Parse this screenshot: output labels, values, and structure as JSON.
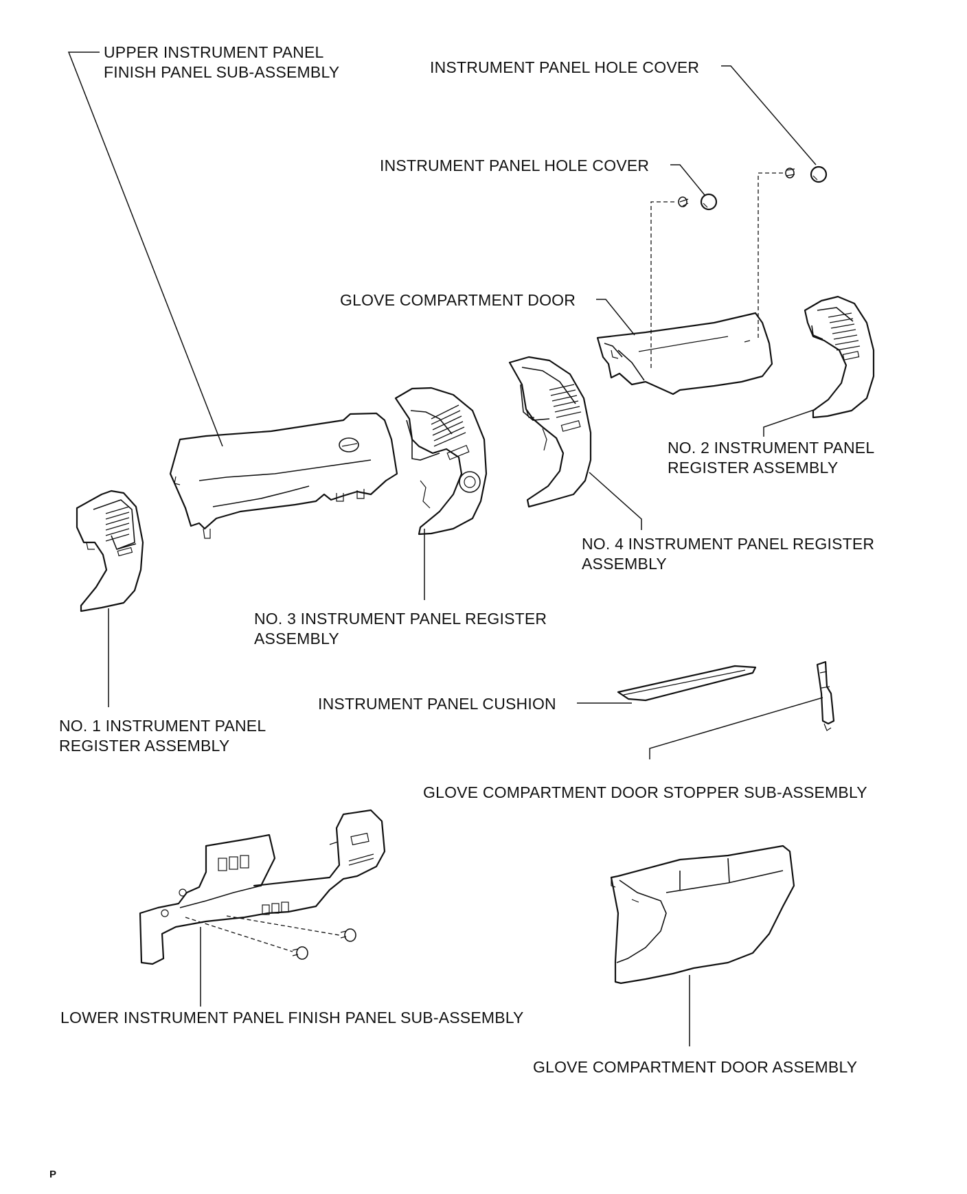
{
  "labels": {
    "upper_finish_panel": [
      "UPPER INSTRUMENT PANEL",
      "FINISH PANEL SUB-ASSEMBLY"
    ],
    "hole_cover_1": "INSTRUMENT PANEL HOLE COVER",
    "hole_cover_2": "INSTRUMENT PANEL HOLE COVER",
    "glove_compartment_door": "GLOVE COMPARTMENT DOOR",
    "no2_register": [
      "NO. 2 INSTRUMENT PANEL",
      "REGISTER ASSEMBLY"
    ],
    "no4_register": [
      "NO. 4 INSTRUMENT PANEL REGISTER",
      "ASSEMBLY"
    ],
    "no3_register": [
      "NO. 3 INSTRUMENT PANEL REGISTER",
      "ASSEMBLY"
    ],
    "no1_register": [
      "NO. 1 INSTRUMENT PANEL",
      "REGISTER ASSEMBLY"
    ],
    "cushion": "INSTRUMENT PANEL CUSHION",
    "door_stopper": "GLOVE COMPARTMENT DOOR STOPPER SUB-ASSEMBLY",
    "lower_finish_panel": "LOWER INSTRUMENT PANEL FINISH PANEL SUB-ASSEMBLY",
    "glove_door_assembly": "GLOVE COMPARTMENT DOOR ASSEMBLY"
  },
  "corner_mark": "P"
}
